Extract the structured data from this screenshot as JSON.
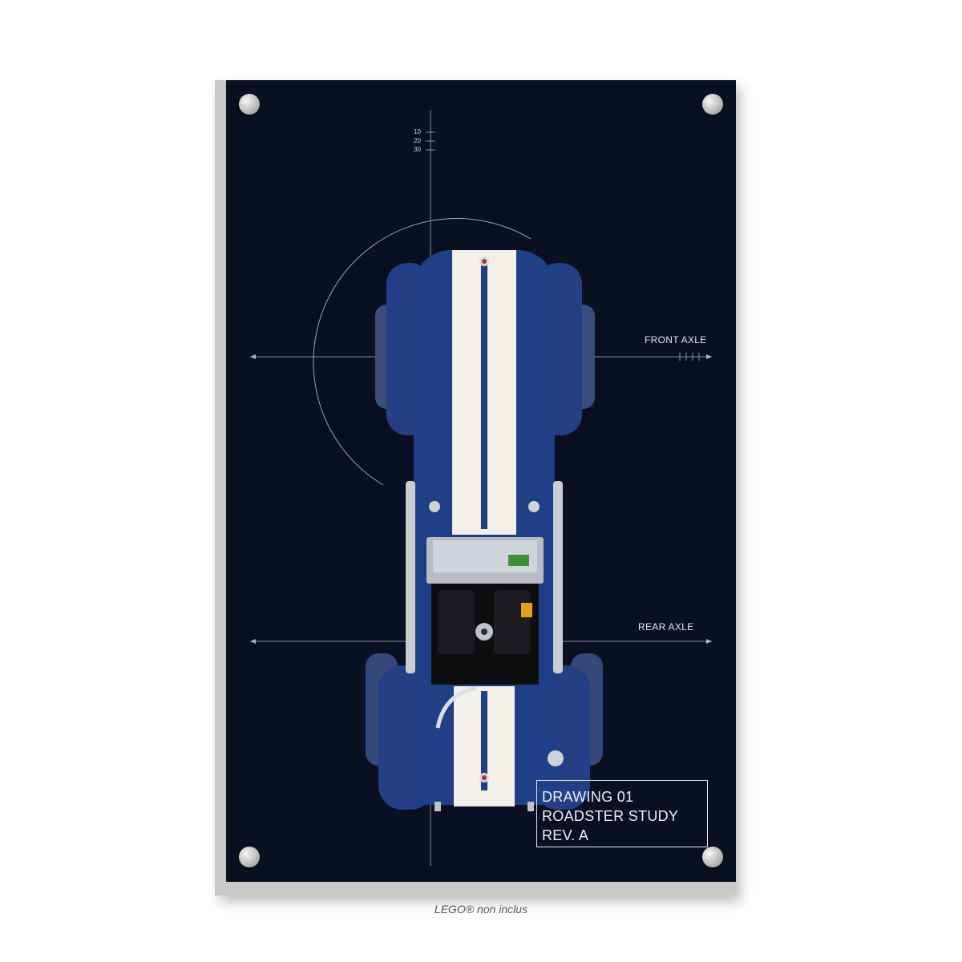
{
  "panel": {
    "colors": {
      "background": "#0b0f22",
      "car_blue": "#1f3f86",
      "stripe": "#f2f0e8",
      "guide_line": "#aeb4c4"
    },
    "scale_marks": [
      "10",
      "20",
      "30"
    ],
    "front_axle_label": "FRONT AXLE",
    "rear_axle_label": "REAR AXLE",
    "title_block": {
      "line1": "DRAWING 01",
      "line2": "ROADSTER STUDY",
      "line3": "REV. A"
    }
  },
  "caption": "LEGO® non inclus"
}
